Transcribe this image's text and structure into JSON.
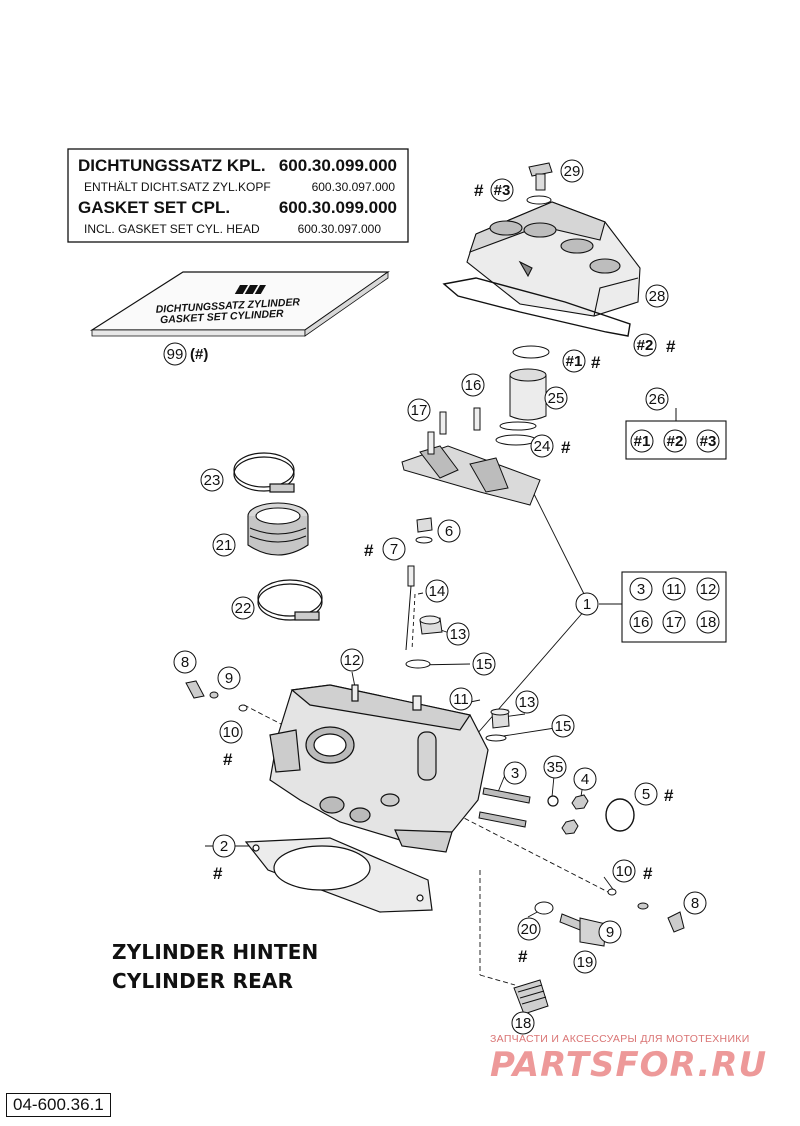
{
  "gasket_set_box": {
    "line1_label": "DICHTUNGSSATZ KPL.",
    "line1_number": "600.30.099.000",
    "line2_label": "ENTHÄLT DICHT.SATZ ZYL.KOPF",
    "line2_number": "600.30.097.000",
    "line3_label": "GASKET SET CPL.",
    "line3_number": "600.30.099.000",
    "line4_label": "INCL. GASKET SET CYL. HEAD",
    "line4_number": "600.30.097.000"
  },
  "gasket_package": {
    "line1": "DICHTUNGSSATZ ZYLINDER",
    "line2": "GASKET SET CYLINDER",
    "callout": "99",
    "suffix": "(#)"
  },
  "hash_mark": "#",
  "callouts": [
    "29",
    "#3",
    "28",
    "#2",
    "#1",
    "16",
    "17",
    "25",
    "24",
    "26",
    "#1",
    "#2",
    "#3",
    "23",
    "6",
    "7",
    "21",
    "14",
    "1",
    "3",
    "11",
    "12",
    "16",
    "17",
    "18",
    "22",
    "13",
    "8",
    "12",
    "15",
    "9",
    "11",
    "13",
    "10",
    "15",
    "3",
    "35",
    "4",
    "5",
    "2",
    "10",
    "20",
    "19",
    "8",
    "9",
    "18"
  ],
  "title": {
    "line1": "ZYLINDER HINTEN",
    "line2": "CYLINDER REAR"
  },
  "doc_number": "04-600.36.1",
  "watermark": {
    "small": "ЗАПЧАСТИ И АКСЕССУАРЫ ДЛЯ МОТОТЕХНИКИ",
    "logo": "PARTSFOR.RU"
  }
}
